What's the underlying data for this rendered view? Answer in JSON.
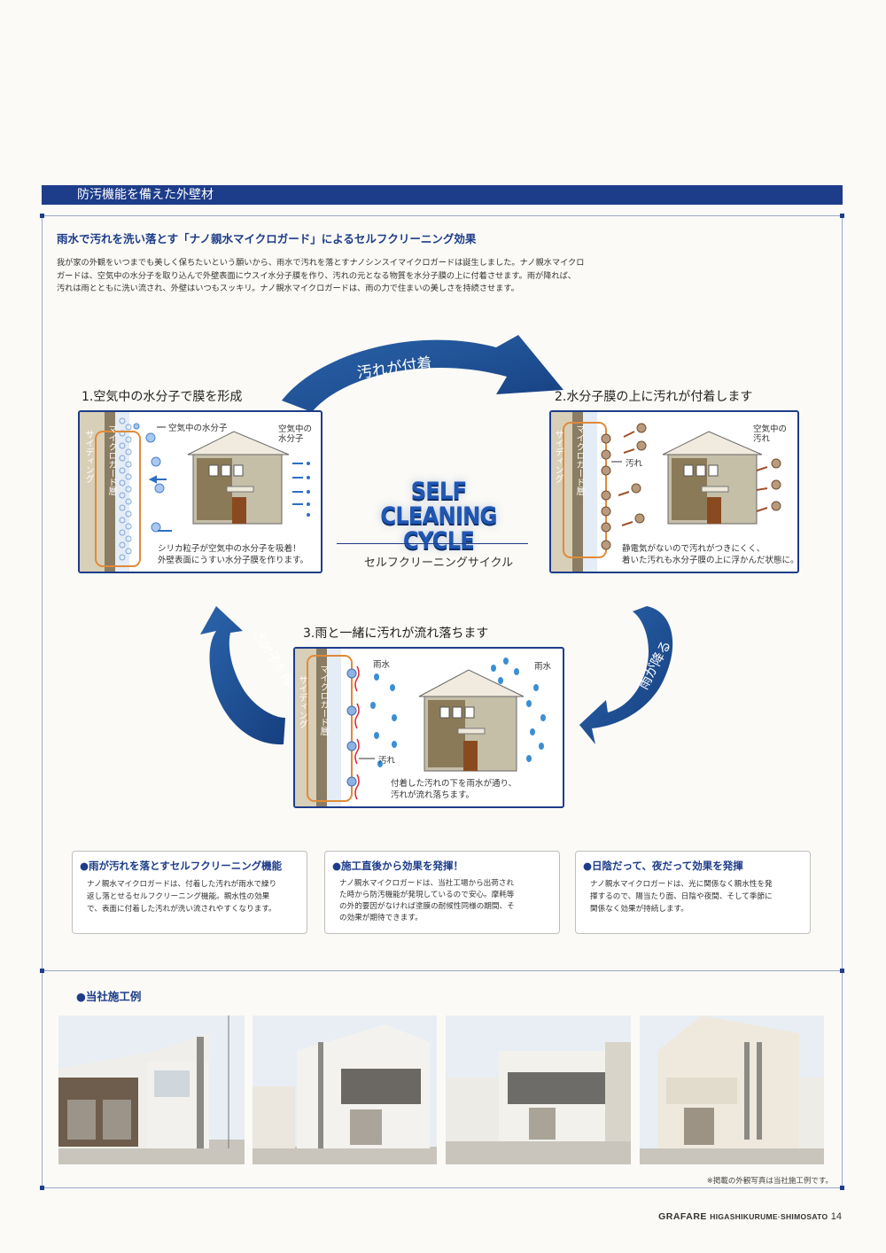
{
  "section_title": "防汚機能を備えた外壁材",
  "subtitle": "雨水で汚れを洗い落とす「ナノ親水マイクロガード」によるセルフクリーニング効果",
  "intro_lines": [
    "我が家の外観をいつまでも美しく保ちたいという願いから、雨水で汚れを落とすナノシンスイマイクロガードは誕生しました。ナノ親水マイクロ",
    "ガードは、空気中の水分子を取り込んで外壁表面にウスイ水分子膜を作り、汚れの元となる物質を水分子膜の上に付着させます。雨が降れば、",
    "汚れは雨とともに洗い流され、外壁はいつもスッキリ。ナノ親水マイクロガードは、雨の力で住まいの美しさを持続させます。"
  ],
  "cycle": {
    "center_title_line1": "SELF CLEANING",
    "center_title_line2": "CYCLE",
    "center_subtitle": "セルフクリーニングサイクル",
    "arrow_top": "汚れが付着",
    "arrow_right": "雨が降る",
    "arrow_left": "水分子を再吸着",
    "steps": [
      {
        "title": "1.空気中の水分子で膜を形成",
        "layer_label": "マイクロガード層",
        "siding_label": "サイディング",
        "callout_left": "空気中の水分子",
        "callout_right_1": "空気中の",
        "callout_right_2": "水分子",
        "note_1": "シリカ粒子が空気中の水分子を吸着！",
        "note_2": "外壁表面にうすい水分子膜を作ります。"
      },
      {
        "title": "2.水分子膜の上に汚れが付着します",
        "layer_label": "マイクロガード層",
        "siding_label": "サイディング",
        "callout_left": "汚れ",
        "callout_right_1": "空気中の",
        "callout_right_2": "汚れ",
        "note_1": "静電気がないので汚れがつきにくく、",
        "note_2": "着いた汚れも水分子膜の上に浮かんだ状態に。"
      },
      {
        "title": "3.雨と一緒に汚れが流れ落ちます",
        "layer_label": "マイクロガード層",
        "siding_label": "サイディング",
        "callout_left": "雨水",
        "callout_right": "雨水",
        "callout_dirt": "汚れ",
        "note_1": "付着した汚れの下を雨水が通り、",
        "note_2": "汚れが流れ落ちます。"
      }
    ]
  },
  "features": [
    {
      "title": "●雨が汚れを落とすセルフクリーニング機能",
      "lines": [
        "ナノ親水マイクロガードは、付着した汚れが雨水で繰り",
        "返し落とせるセルフクリーニング機能。親水性の効果",
        "で、表面に付着した汚れが洗い流されやすくなります。"
      ]
    },
    {
      "title": "●施工直後から効果を発揮！",
      "lines": [
        "ナノ親水マイクロガードは、当社工場から出荷され",
        "た時から防汚機能が発現しているので安心。摩耗等",
        "の外的要因がなければ塗膜の耐候性同様の期間、そ",
        "の効果が期待できます。"
      ]
    },
    {
      "title": "●日陰だって、夜だって効果を発揮",
      "lines": [
        "ナノ親水マイクロガードは、光に関係なく親水性を発",
        "揮するので、陽当たり面、日陰や夜間、そして季節に",
        "関係なく効果が持続します。"
      ]
    }
  ],
  "examples_title": "●当社施工例",
  "photo_note": "※掲載の外観写真は当社施工例です。",
  "footer": {
    "brand": "GRAFARE",
    "location": "HIGASHIKURUME·SHIMOSATO",
    "page": "14"
  },
  "colors": {
    "navy": "#1d3c8a",
    "arrow_blue": "#1e4f95",
    "accent_orange": "#e08a3a"
  }
}
